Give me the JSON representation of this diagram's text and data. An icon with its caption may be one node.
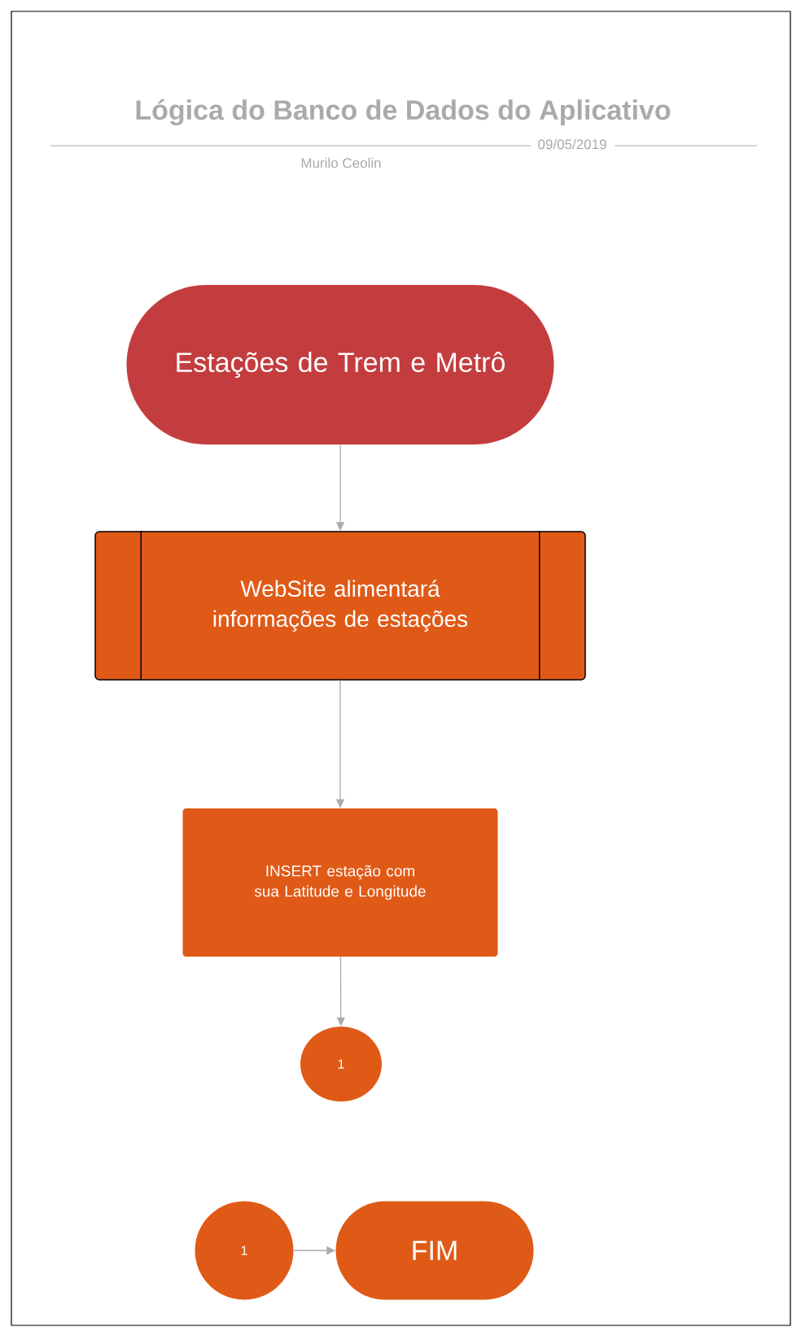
{
  "diagram": {
    "title": "Lógica do Banco de Dados do Aplicativo",
    "nodes": [
      {
        "text": [
          "Estações de Trem e Metrô"
        ]
      },
      {
        "text": [
          "WebSite alimentará informações de estações"
        ]
      },
      {
        "text": [
          "INSERT estação com sua Latitude e Longitude"
        ]
      },
      {
        "text": [
          "1"
        ]
      },
      {
        "text": [
          "1"
        ]
      },
      {
        "text": [
          "FIM"
        ]
      }
    ],
    "edges": [
      {
        "from": 0,
        "to": 1,
        "arrow": "to"
      },
      {
        "from": 1,
        "to": 2,
        "arrow": "to"
      },
      {
        "from": 2,
        "to": 3,
        "arrow": "to"
      },
      {
        "from": 4,
        "to": 5,
        "arrow": "to"
      }
    ],
    "labels": [
      "09/05/2019",
      "Murilo Ceolin"
    ]
  }
}
